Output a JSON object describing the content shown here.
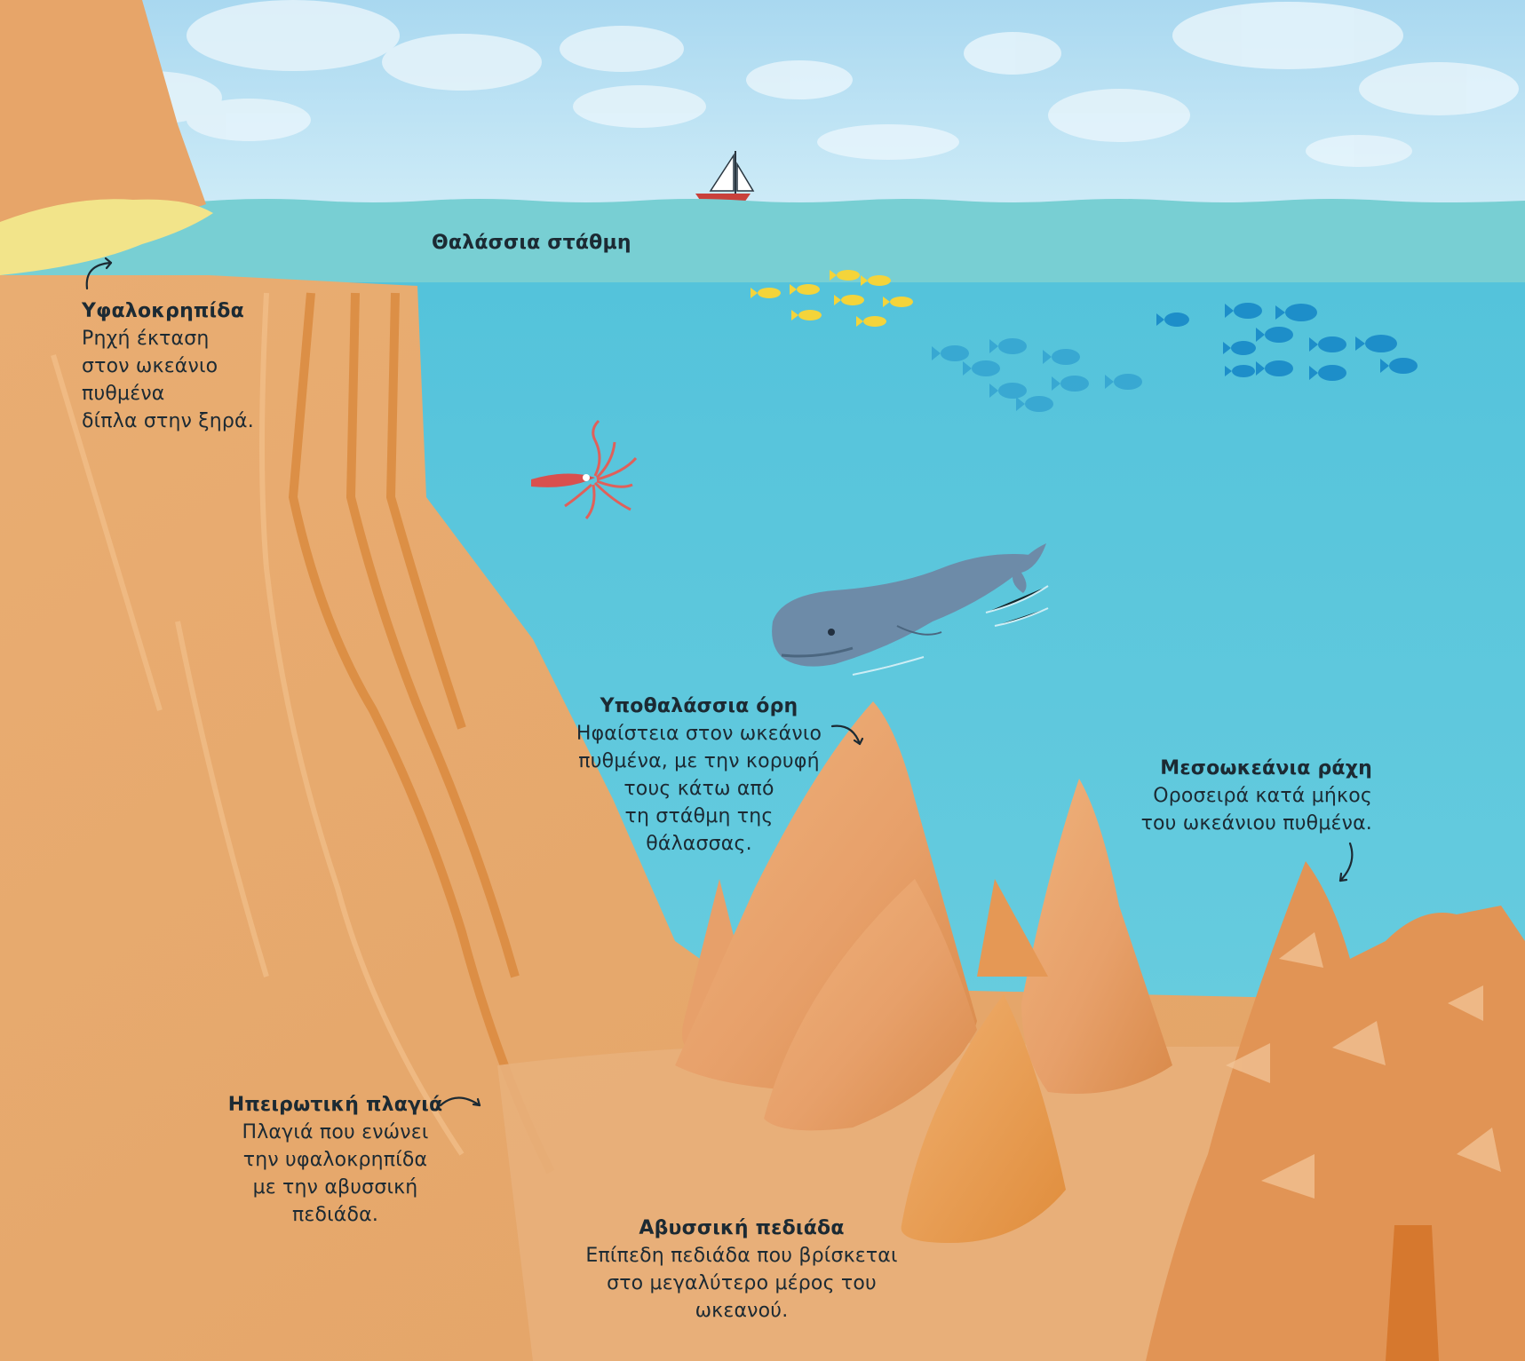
{
  "labels": {
    "sea_level": {
      "title": "Θαλάσσια στάθμη"
    },
    "continental_shelf": {
      "title": "Υφαλοκρηπίδα",
      "body": "Ρηχή έκταση\nστον ωκεάνιο\nπυθμένα\nδίπλα στην ξηρά."
    },
    "seamounts": {
      "title": "Υποθαλάσσια όρη",
      "body": "Ηφαίστεια στον ωκεάνιο\nπυθμένα, με την κορυφή\nτους κάτω από\nτη στάθμη της\nθάλασσας."
    },
    "mid_ocean_ridge": {
      "title": "Μεσοωκεάνια ράχη",
      "body": "Οροσειρά κατά μήκος\nτου ωκεάνιου πυθμένα."
    },
    "continental_slope": {
      "title": "Ηπειρωτική πλαγιά",
      "body": "Πλαγιά που ενώνει\nτην υφαλοκρηπίδα\nμε την αβυσσική\nπεδιάδα."
    },
    "abyssal_plain": {
      "title": "Αβυσσική πεδιάδα",
      "body": "Επίπεδη πεδιάδα που βρίσκεται\nστο μεγαλύτερο μέρος του\nωκεανού."
    }
  },
  "colors": {
    "sky": "#b7e0f3",
    "sea_surface": "#78cfd6",
    "sea_deep": "#5ec5da",
    "sand": "#e6a56a",
    "sand_dark": "#d98a45",
    "beach": "#f2e28a",
    "text": "#1c2a33"
  }
}
